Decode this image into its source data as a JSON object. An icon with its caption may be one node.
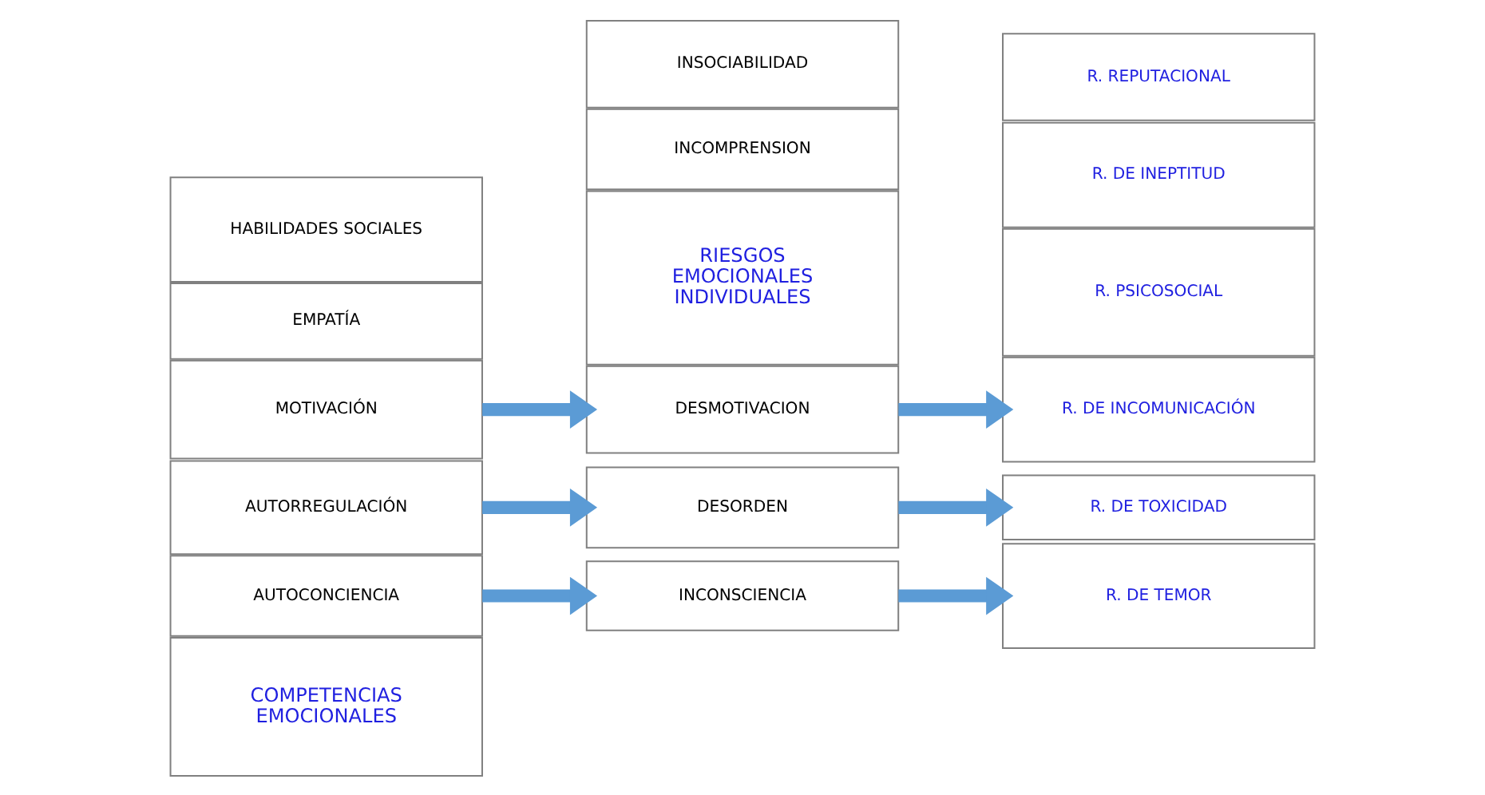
{
  "diagram": {
    "nodes": [
      {
        "text": [
          "COMPETENCIAS EMOCIONALES"
        ]
      },
      {
        "text": [
          "AUTOCONCIENCIA"
        ]
      },
      {
        "text": [
          "AUTORREGULACIÓN"
        ]
      },
      {
        "text": [
          "MOTIVACIÓN"
        ]
      },
      {
        "text": [
          "EMPATÍA"
        ]
      },
      {
        "text": [
          "HABILIDADES SOCIALES"
        ]
      },
      {
        "text": [
          "RIESGOS EMOCIONALES INDIVIDUALES"
        ]
      },
      {
        "text": [
          "INCONSCIENCIA"
        ]
      },
      {
        "text": [
          "DESORDEN"
        ]
      },
      {
        "text": [
          "DESMOTIVACION"
        ]
      },
      {
        "text": [
          "INCOMPRENSION"
        ]
      },
      {
        "text": [
          "INSOCIABILIDAD"
        ]
      },
      {
        "text": [
          "R. PSICOSOCIAL"
        ]
      },
      {
        "text": [
          "R. DE TEMOR"
        ]
      },
      {
        "text": [
          "R. DE TOXICIDAD"
        ]
      },
      {
        "text": [
          "R. DE INEPTITUD"
        ]
      },
      {
        "text": [
          "R. DE INCOMUNICACIÓN"
        ]
      },
      {
        "text": [
          "R. REPUTACIONAL"
        ]
      }
    ],
    "edges": [
      {
        "from": 1,
        "to": 7,
        "arrow": "to"
      },
      {
        "from": 2,
        "to": 8,
        "arrow": "to"
      },
      {
        "from": 3,
        "to": 9,
        "arrow": "to"
      },
      {
        "from": 7,
        "to": 13,
        "arrow": "to"
      },
      {
        "from": 8,
        "to": 14,
        "arrow": "to"
      },
      {
        "from": 9,
        "to": 16,
        "arrow": "to"
      }
    ]
  }
}
